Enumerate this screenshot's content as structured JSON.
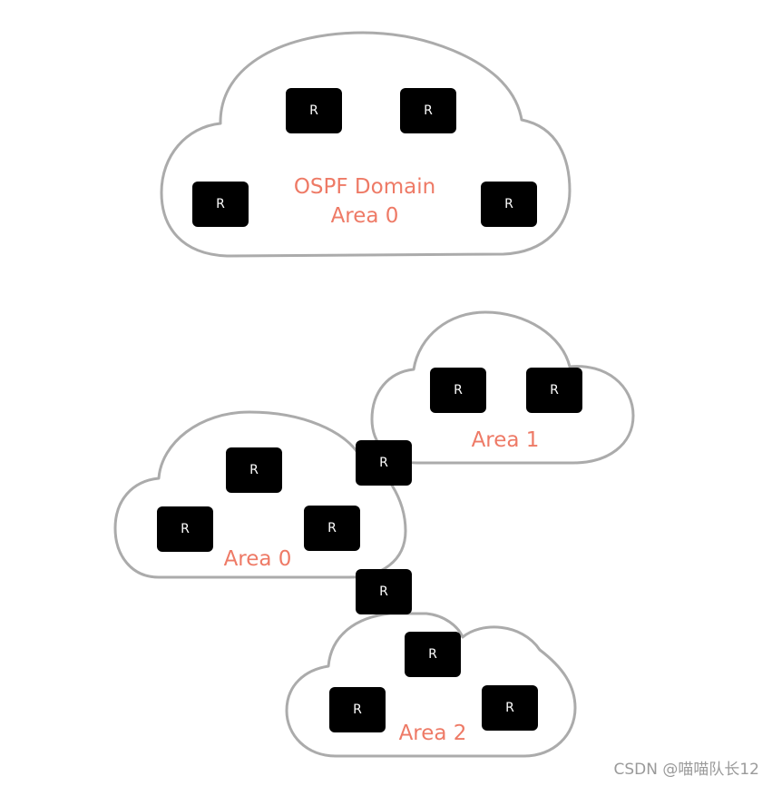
{
  "colors": {
    "router_fill": "#1b64b2",
    "router_symbol": "#ffffff",
    "cloud_stroke": "#ababab",
    "label_text": "#ee7a66",
    "watermark_text": "#9a9a9a"
  },
  "router_symbol": "R",
  "top_diagram": {
    "title_line1": "OSPF Domain",
    "title_line2": "Area 0"
  },
  "bottom_diagram": {
    "area1_label": "Area 1",
    "area0_label": "Area 0",
    "area2_label": "Area 2"
  },
  "watermark": "CSDN @喵喵队长12"
}
